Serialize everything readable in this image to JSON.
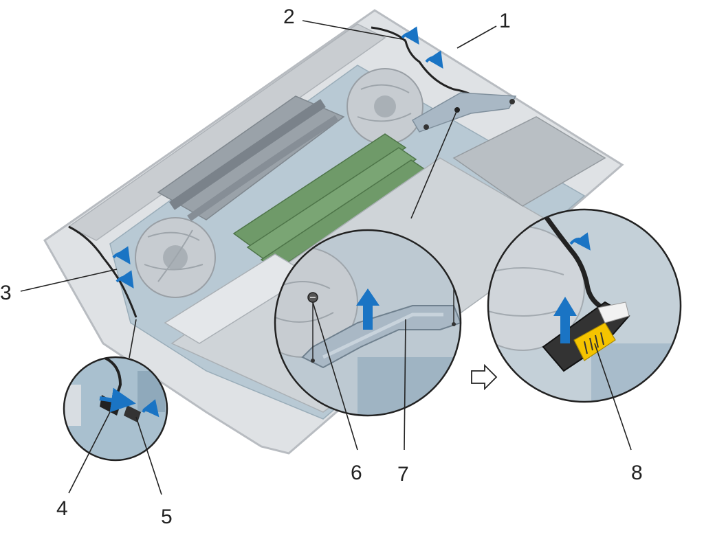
{
  "figure": {
    "callouts": [
      {
        "id": "1",
        "label": "1"
      },
      {
        "id": "2",
        "label": "2"
      },
      {
        "id": "3",
        "label": "3"
      },
      {
        "id": "4",
        "label": "4"
      },
      {
        "id": "5",
        "label": "5"
      },
      {
        "id": "6",
        "label": "6"
      },
      {
        "id": "7",
        "label": "7"
      },
      {
        "id": "8",
        "label": "8"
      }
    ],
    "colors": {
      "chassis": "#d9dcdf",
      "chassis_edge": "#b9bdc2",
      "board": "#9fb7c6",
      "heatsink": "#8e969d",
      "memory": "#5f8f5a",
      "bracket": "#a6b5c2",
      "arrow": "#1a74c4",
      "tape": "#f5c400",
      "cable": "#222222"
    },
    "icons": [
      "cable-icon",
      "screw-icon",
      "lift-arrow-icon",
      "rotate-arrow-icon",
      "next-step-arrow-icon",
      "barcode-label-icon"
    ]
  }
}
